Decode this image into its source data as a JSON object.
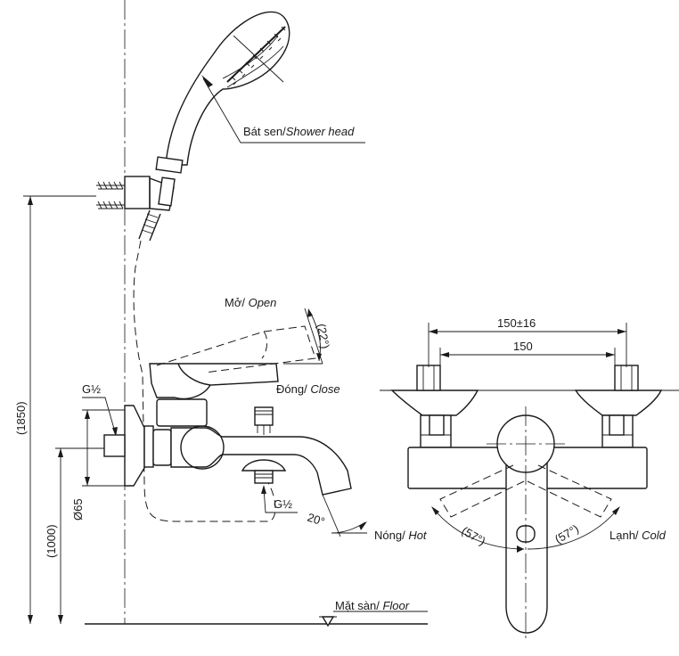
{
  "labels": {
    "shower_head_vi": "Bát sen/",
    "shower_head_en": "Shower head",
    "open_vi": "Mở/ ",
    "open_en": "Open",
    "close_vi": "Đóng/ ",
    "close_en": "Close",
    "hot_vi": "Nóng/ ",
    "hot_en": "Hot",
    "cold_vi": "Lạnh/ ",
    "cold_en": "Cold",
    "floor_vi": "Mặt sàn/ ",
    "floor_en": "Floor"
  },
  "dimensions": {
    "height_total": "(1850)",
    "height_outlet": "(1000)",
    "diameter_flange": "Ø65",
    "thread_inlet": "G½",
    "thread_spout": "G½",
    "lever_angle": "(22°)",
    "spout_angle": "20°",
    "spacing_range": "150±16",
    "spacing_nominal": "150",
    "hot_angle": "(57°)",
    "cold_angle": "(57°)"
  }
}
